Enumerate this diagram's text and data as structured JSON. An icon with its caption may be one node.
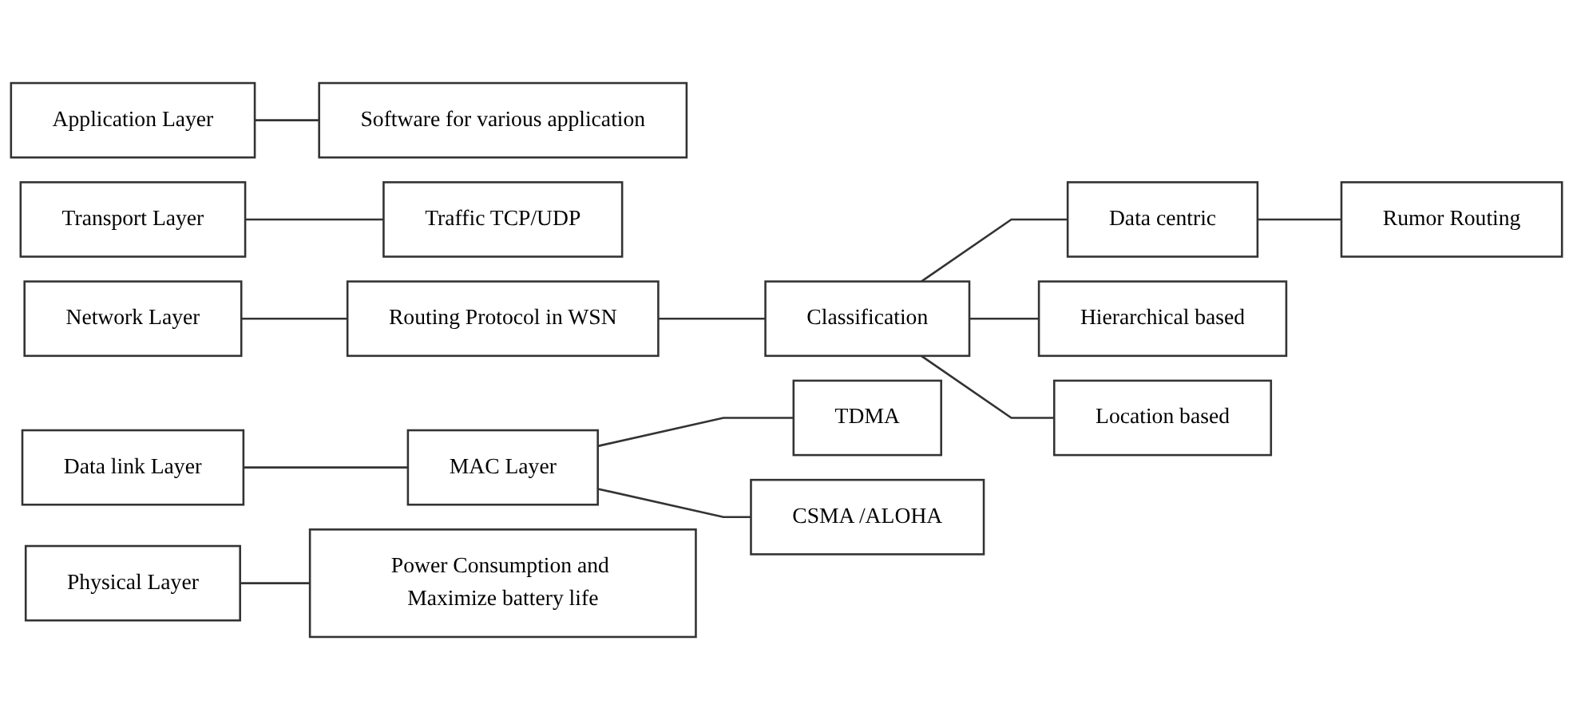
{
  "diagram": {
    "nodes": [
      {
        "text": [
          "Application Layer"
        ]
      },
      {
        "text": [
          "Transport Layer"
        ]
      },
      {
        "text": [
          "Network Layer"
        ]
      },
      {
        "text": [
          "Data link Layer"
        ]
      },
      {
        "text": [
          "Physical Layer"
        ]
      },
      {
        "text": [
          "Software for various application"
        ]
      },
      {
        "text": [
          "Traffic TCP/UDP"
        ]
      },
      {
        "text": [
          "Routing Protocol in WSN"
        ]
      },
      {
        "text": [
          "Classification"
        ]
      },
      {
        "text": [
          "Data centric"
        ]
      },
      {
        "text": [
          "Rumor Routing"
        ]
      },
      {
        "text": [
          "Hierarchical based"
        ]
      },
      {
        "text": [
          "Location based"
        ]
      },
      {
        "text": [
          "MAC Layer"
        ]
      },
      {
        "text": [
          "Power Consumption and Maximize battery life"
        ]
      },
      {
        "text": [
          "TDMA"
        ]
      },
      {
        "text": [
          "CSMA /ALOHA"
        ]
      }
    ],
    "edges": [
      {
        "from": 0,
        "to": 5,
        "arrow": "none"
      },
      {
        "from": 1,
        "to": 6,
        "arrow": "none"
      },
      {
        "from": 2,
        "to": 7,
        "arrow": "none"
      },
      {
        "from": 7,
        "to": 8,
        "arrow": "none"
      },
      {
        "from": 8,
        "to": 9,
        "arrow": "none"
      },
      {
        "from": 8,
        "to": 11,
        "arrow": "none"
      },
      {
        "from": 8,
        "to": 12,
        "arrow": "none"
      },
      {
        "from": 9,
        "to": 10,
        "arrow": "none"
      },
      {
        "from": 3,
        "to": 13,
        "arrow": "none"
      },
      {
        "from": 13,
        "to": 15,
        "arrow": "none"
      },
      {
        "from": 13,
        "to": 16,
        "arrow": "none"
      },
      {
        "from": 4,
        "to": 14,
        "arrow": "none"
      }
    ]
  }
}
